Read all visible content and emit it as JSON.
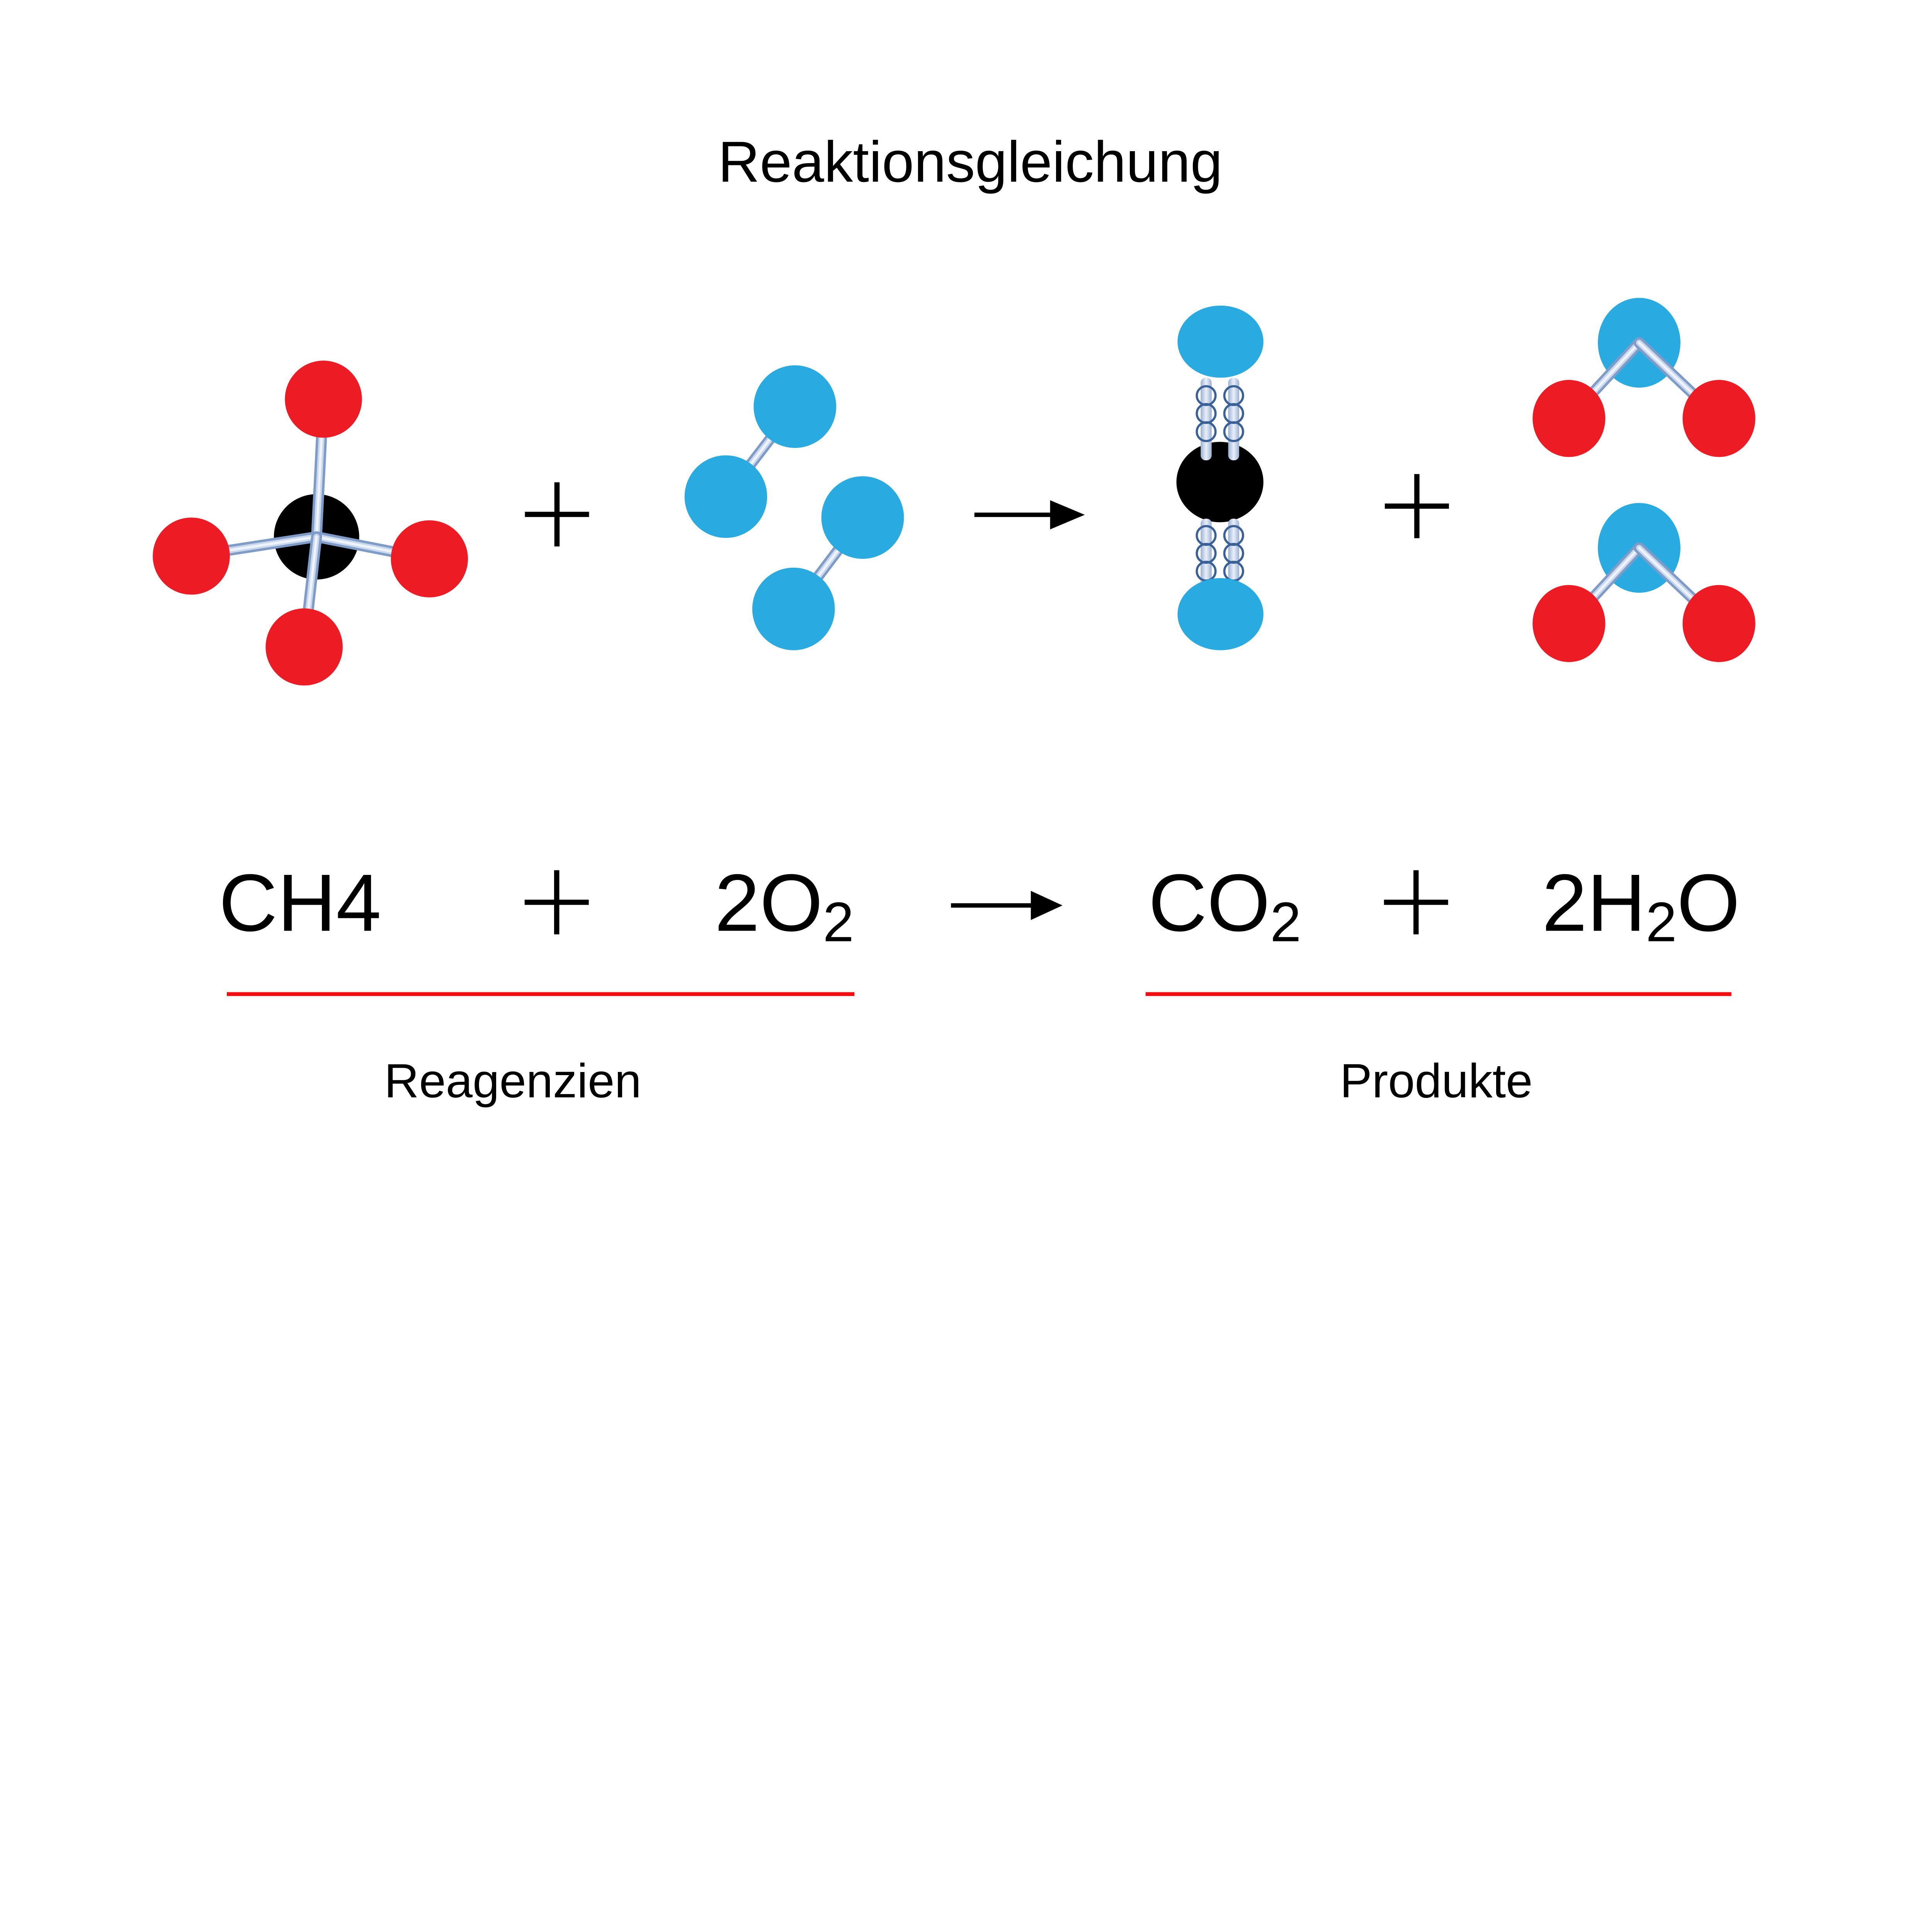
{
  "title": "Reaktionsgleichung",
  "equation": {
    "reactant1": "CH4",
    "plus": "+",
    "reactant2_main": "2O",
    "reactant2_sub": "2",
    "arrow": "→",
    "product1_main": "CO",
    "product1_sub": "2",
    "product2_main": "2H",
    "product2_sub": "2",
    "product2_tail": "O"
  },
  "labels": {
    "reactants": "Reagenzien",
    "products": "Produkte"
  },
  "colors": {
    "background": "#FFFFFF",
    "carbon": "#000000",
    "hydrogen": "#ED1C24",
    "oxygen": "#29ABE2",
    "bond_edge": "#7E9CC7",
    "bond_mid": "#C9D8EC",
    "bond_highlight": "#EFF4FB",
    "cylinder_edge": "#9AB1D3",
    "cylinder_center": "#EAF0F9",
    "double_bond_ring": "#3A6098",
    "label_red": "#ED1C24",
    "underline_red": "#F60B11",
    "text_black": "#000000"
  },
  "molecules": {
    "reactants": [
      {
        "name": "methane",
        "formula": "CH4",
        "count": 1,
        "atoms": {
          "carbon": 1,
          "hydrogen": 4
        }
      },
      {
        "name": "oxygen",
        "formula": "O2",
        "count": 2,
        "atoms": {
          "oxygen": 2
        }
      }
    ],
    "products": [
      {
        "name": "carbon-dioxide",
        "formula": "CO2",
        "count": 1,
        "atoms": {
          "carbon": 1,
          "oxygen": 2
        },
        "double_bonds": 2
      },
      {
        "name": "water",
        "formula": "H2O",
        "count": 2,
        "atoms": {
          "oxygen": 1,
          "hydrogen": 2
        }
      }
    ]
  }
}
